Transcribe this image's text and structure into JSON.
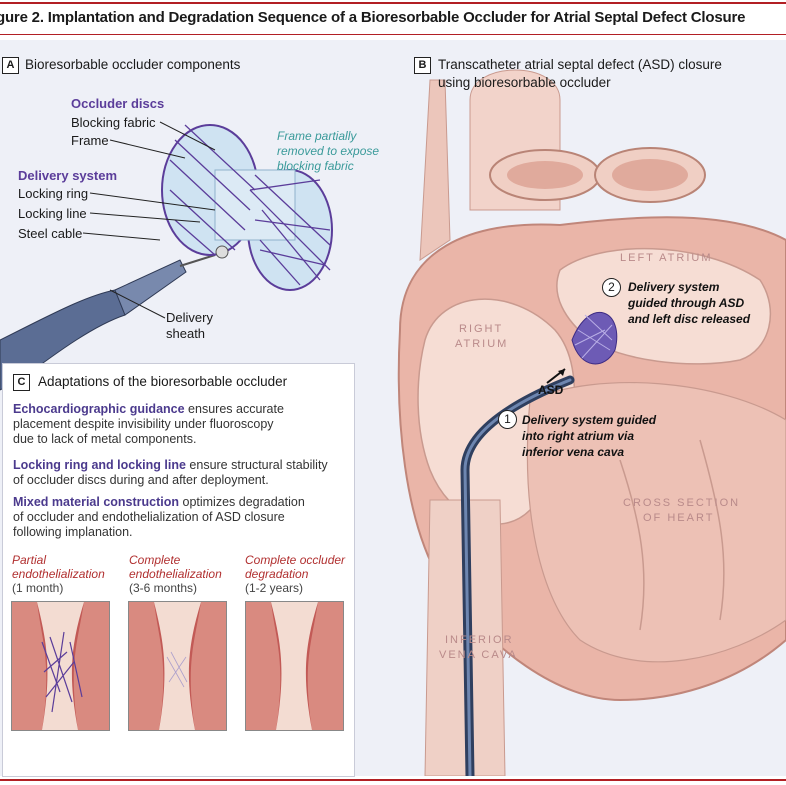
{
  "figure_title": "gure 2. Implantation and Degradation Sequence of a Bioresorbable Occluder for Atrial Septal Defect Closure",
  "panel_a": {
    "tag": "A",
    "heading": "Bioresorbable occluder components",
    "occluder_discs": "Occluder discs",
    "blocking_fabric": "Blocking fabric",
    "frame": "Frame",
    "frame_note": [
      "Frame partially",
      "removed to expose",
      "blocking fabric"
    ],
    "delivery_system": "Delivery system",
    "locking_ring": "Locking ring",
    "locking_line": "Locking line",
    "steel_cable": "Steel cable",
    "delivery_sheath": [
      "Delivery",
      "sheath"
    ]
  },
  "panel_b": {
    "tag": "B",
    "heading": [
      "Transcatheter atrial septal defect (ASD) closure",
      "using bioresorbable occluder"
    ],
    "left_atrium": "LEFT ATRIUM",
    "right_atrium": [
      "RIGHT",
      "ATRIUM"
    ],
    "cross_section": [
      "CROSS SECTION",
      "OF HEART"
    ],
    "ivc": [
      "INFERIOR",
      "VENA CAVA"
    ],
    "asd": "ASD",
    "step1_num": "1",
    "step1": [
      "Delivery system guided",
      "into right atrium via",
      "inferior vena cava"
    ],
    "step2_num": "2",
    "step2": [
      "Delivery system",
      "guided through ASD",
      "and left disc released"
    ]
  },
  "panel_c": {
    "tag": "C",
    "heading": "Adaptations of the bioresorbable occluder",
    "items": [
      {
        "bold": "Echocardiographic guidance",
        "lines": [
          " ensures accurate",
          "placement despite invisibility under fluoroscopy",
          "due to lack of metal components."
        ]
      },
      {
        "bold": "Locking ring and locking line",
        "lines": [
          " ensure structural stability",
          "of occluder discs during and after deployment."
        ]
      },
      {
        "bold": "Mixed material construction",
        "lines": [
          " optimizes degradation",
          "of occluder and endothelialization of ASD closure",
          "following implanation."
        ]
      }
    ],
    "stages": [
      {
        "title": [
          "Partial",
          "endothelialization"
        ],
        "time": "(1 month)"
      },
      {
        "title": [
          "Complete",
          "endothelialization"
        ],
        "time": "(3-6 months)"
      },
      {
        "title": [
          "Complete occluder",
          "degradation"
        ],
        "time": "(1-2 years)"
      }
    ]
  },
  "colors": {
    "accent_red": "#b21f24",
    "purple": "#5b3d9a",
    "teal": "#3a9a9a",
    "heart_pink": "#e8b3a6"
  }
}
